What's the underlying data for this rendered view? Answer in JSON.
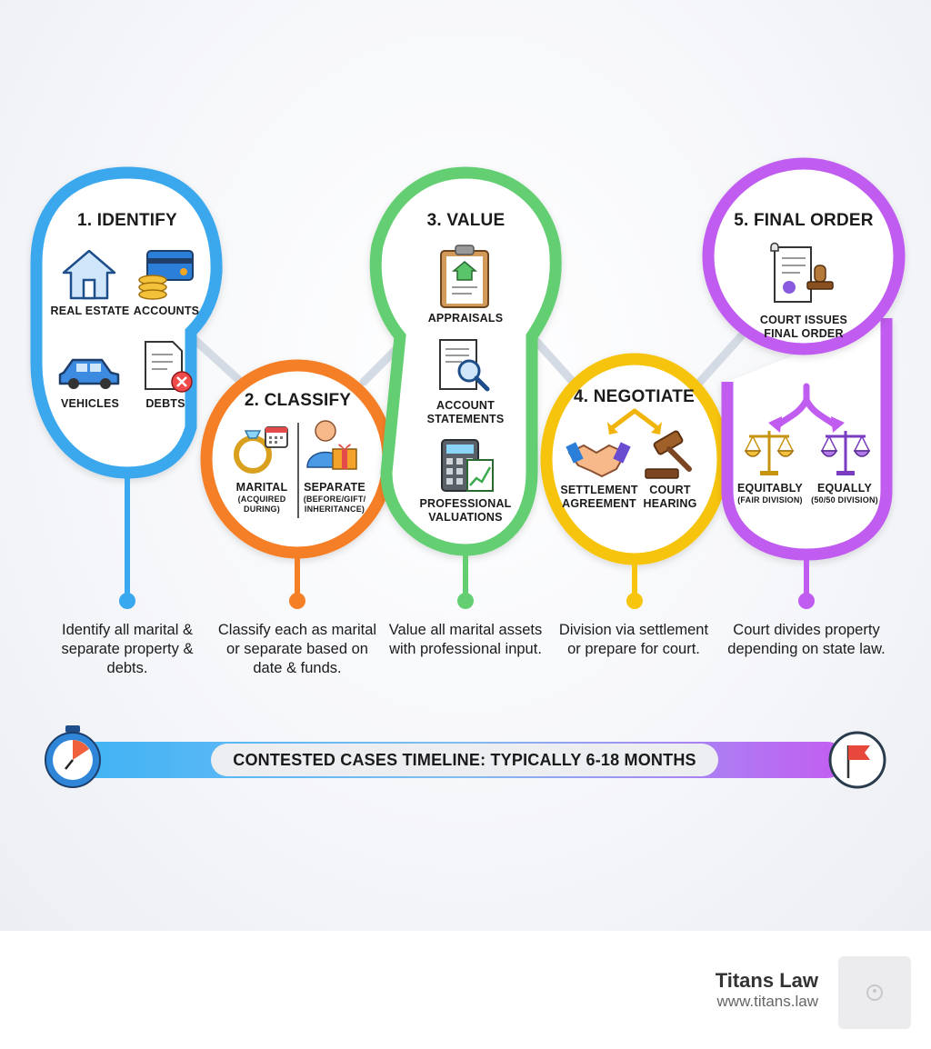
{
  "steps": [
    {
      "title": "1. IDENTIFY",
      "color": "#3aa8ee",
      "items": [
        "REAL ESTATE",
        "ACCOUNTS",
        "VEHICLES",
        "DEBTS"
      ],
      "icons": [
        "house-icon",
        "credit-card-coins-icon",
        "car-icon",
        "debt-document-icon"
      ],
      "description": "Identify all marital & separate property & debts."
    },
    {
      "title": "2. CLASSIFY",
      "color": "#f57f27",
      "items": [
        {
          "label": "MARITAL",
          "sub": "(ACQUIRED DURING)"
        },
        {
          "label": "SEPARATE",
          "sub": "(BEFORE/GIFT/ INHERITANCE)"
        }
      ],
      "icons": [
        "ring-calendar-icon",
        "person-gift-icon"
      ],
      "description": "Classify each as marital or separate based on date & funds."
    },
    {
      "title": "3. VALUE",
      "color": "#63cf72",
      "items": [
        "APPRAISALS",
        "ACCOUNT STATEMENTS",
        "PROFESSIONAL VALUATIONS"
      ],
      "icons": [
        "clipboard-house-icon",
        "magnifier-document-icon",
        "calculator-chart-icon"
      ],
      "description": "Value all marital assets with professional input."
    },
    {
      "title": "4. NEGOTIATE",
      "color": "#f7c40e",
      "items": [
        "SETTLEMENT AGREEMENT",
        "COURT HEARING"
      ],
      "icons": [
        "handshake-icon",
        "gavel-icon"
      ],
      "description": "Division via settlement or prepare for court."
    },
    {
      "title": "5. FINAL ORDER",
      "color": "#c05cf0",
      "items": [
        "COURT ISSUES FINAL ORDER",
        {
          "label": "EQUITABLY",
          "sub": "(FAIR DIVISION)"
        },
        {
          "label": "EQUALLY",
          "sub": "(50/50 DIVISION)"
        }
      ],
      "icons": [
        "scroll-stamp-icon",
        "scales-icon",
        "scales-icon"
      ],
      "description": "Court divides property depending on state law."
    }
  ],
  "timeline": {
    "label": "CONTESTED CASES TIMELINE: TYPICALLY 6-18 MONTHS",
    "start_icon": "stopwatch-icon",
    "end_icon": "flag-icon",
    "gradient": [
      "#3fb3f5",
      "#c45cf2"
    ]
  },
  "footer": {
    "brand": "Titans Law",
    "url": "www.titans.law",
    "logo_icon": "titans-logo-icon"
  }
}
